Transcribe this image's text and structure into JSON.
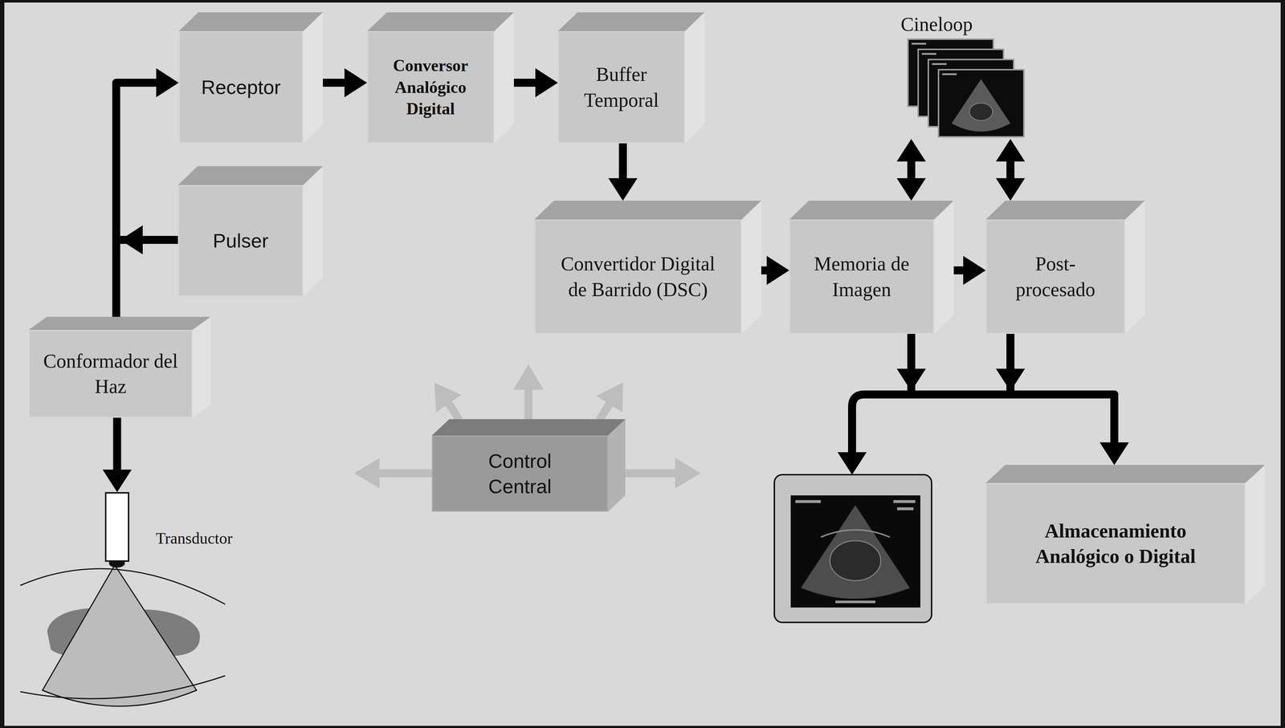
{
  "diagram": {
    "nodes": [
      {
        "text": [
          "Receptor"
        ]
      },
      {
        "text": [
          "Conversor Analógico Digital"
        ]
      },
      {
        "text": [
          "Buffer Temporal"
        ]
      },
      {
        "text": [
          "Cineloop"
        ]
      },
      {
        "text": [
          "Pulser"
        ]
      },
      {
        "text": [
          "Convertidor Digital de Barrido (DSC)"
        ]
      },
      {
        "text": [
          "Memoria de Imagen"
        ]
      },
      {
        "text": [
          "Post-procesado"
        ]
      },
      {
        "text": [
          "Conformador del Haz"
        ]
      },
      {
        "text": [
          "Control Central"
        ]
      },
      {
        "text": [
          "Almacenamiento Analógico o Digital"
        ]
      },
      {
        "text": [
          "Transductor"
        ]
      }
    ],
    "edges": [
      {
        "from": 8,
        "to": 0,
        "arrow": "to"
      },
      {
        "from": 4,
        "to": 8,
        "arrow": "to"
      },
      {
        "from": 0,
        "to": 1,
        "arrow": "to"
      },
      {
        "from": 1,
        "to": 2,
        "arrow": "to"
      },
      {
        "from": 2,
        "to": 5,
        "arrow": "to"
      },
      {
        "from": 5,
        "to": 6,
        "arrow": "to"
      },
      {
        "from": 6,
        "to": 7,
        "arrow": "to"
      },
      {
        "from": 6,
        "to": 3,
        "arrow": "both"
      },
      {
        "from": 7,
        "to": 3,
        "arrow": "both"
      },
      {
        "from": 6,
        "to": 10,
        "arrow": "to"
      },
      {
        "from": 7,
        "to": 10,
        "arrow": "to"
      },
      {
        "from": 8,
        "to": 11,
        "arrow": "to"
      }
    ]
  }
}
